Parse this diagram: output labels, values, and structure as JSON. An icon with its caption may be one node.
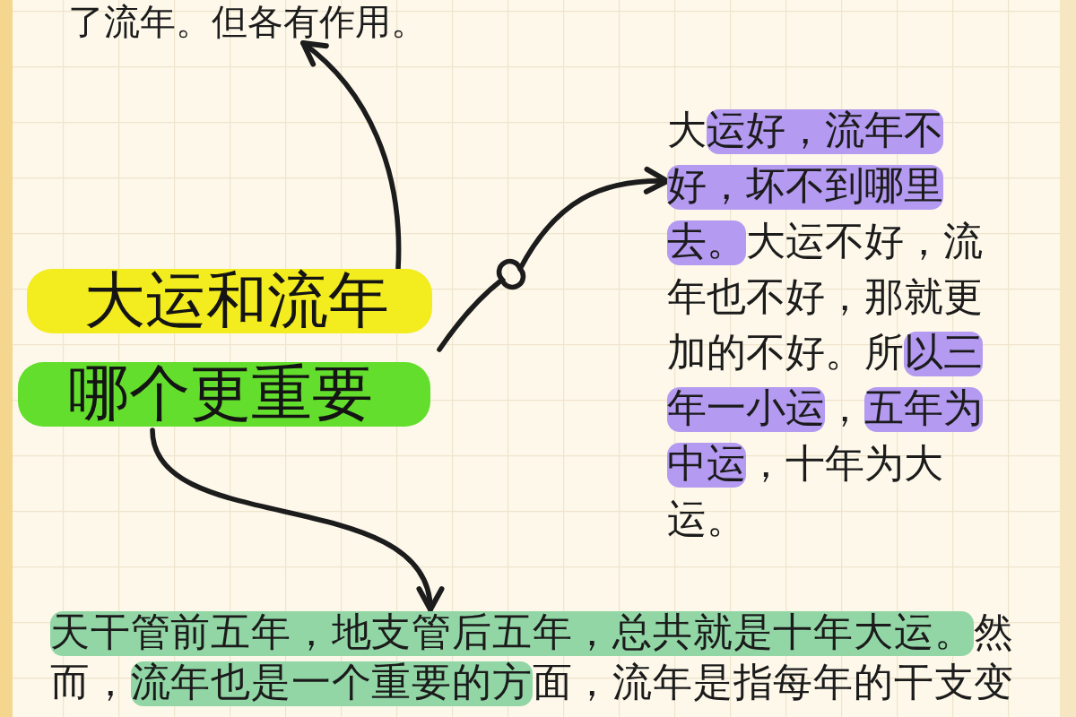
{
  "diagram": {
    "nodes": [
      {
        "text": [
          "了流年。但各有作用。"
        ]
      },
      {
        "text": [
          "大运和流年",
          "哪个更重要"
        ]
      },
      {
        "text": [
          "大运好，流年不好，坏不到哪里去。大运不好，流年也不好，那就更加的不好。所以三年一小运，五年为中运，十年为大运。"
        ]
      },
      {
        "text": [
          "天干管前五年，地支管后五年，总共就是十年大运。然而，流年也是一个重要的方面，流年是指每年的干支变"
        ]
      }
    ],
    "edges": [
      {
        "from": 1,
        "to": 0,
        "arrow": "to"
      },
      {
        "from": 1,
        "to": 2,
        "arrow": "to"
      },
      {
        "from": 1,
        "to": 3,
        "arrow": "to"
      }
    ]
  }
}
